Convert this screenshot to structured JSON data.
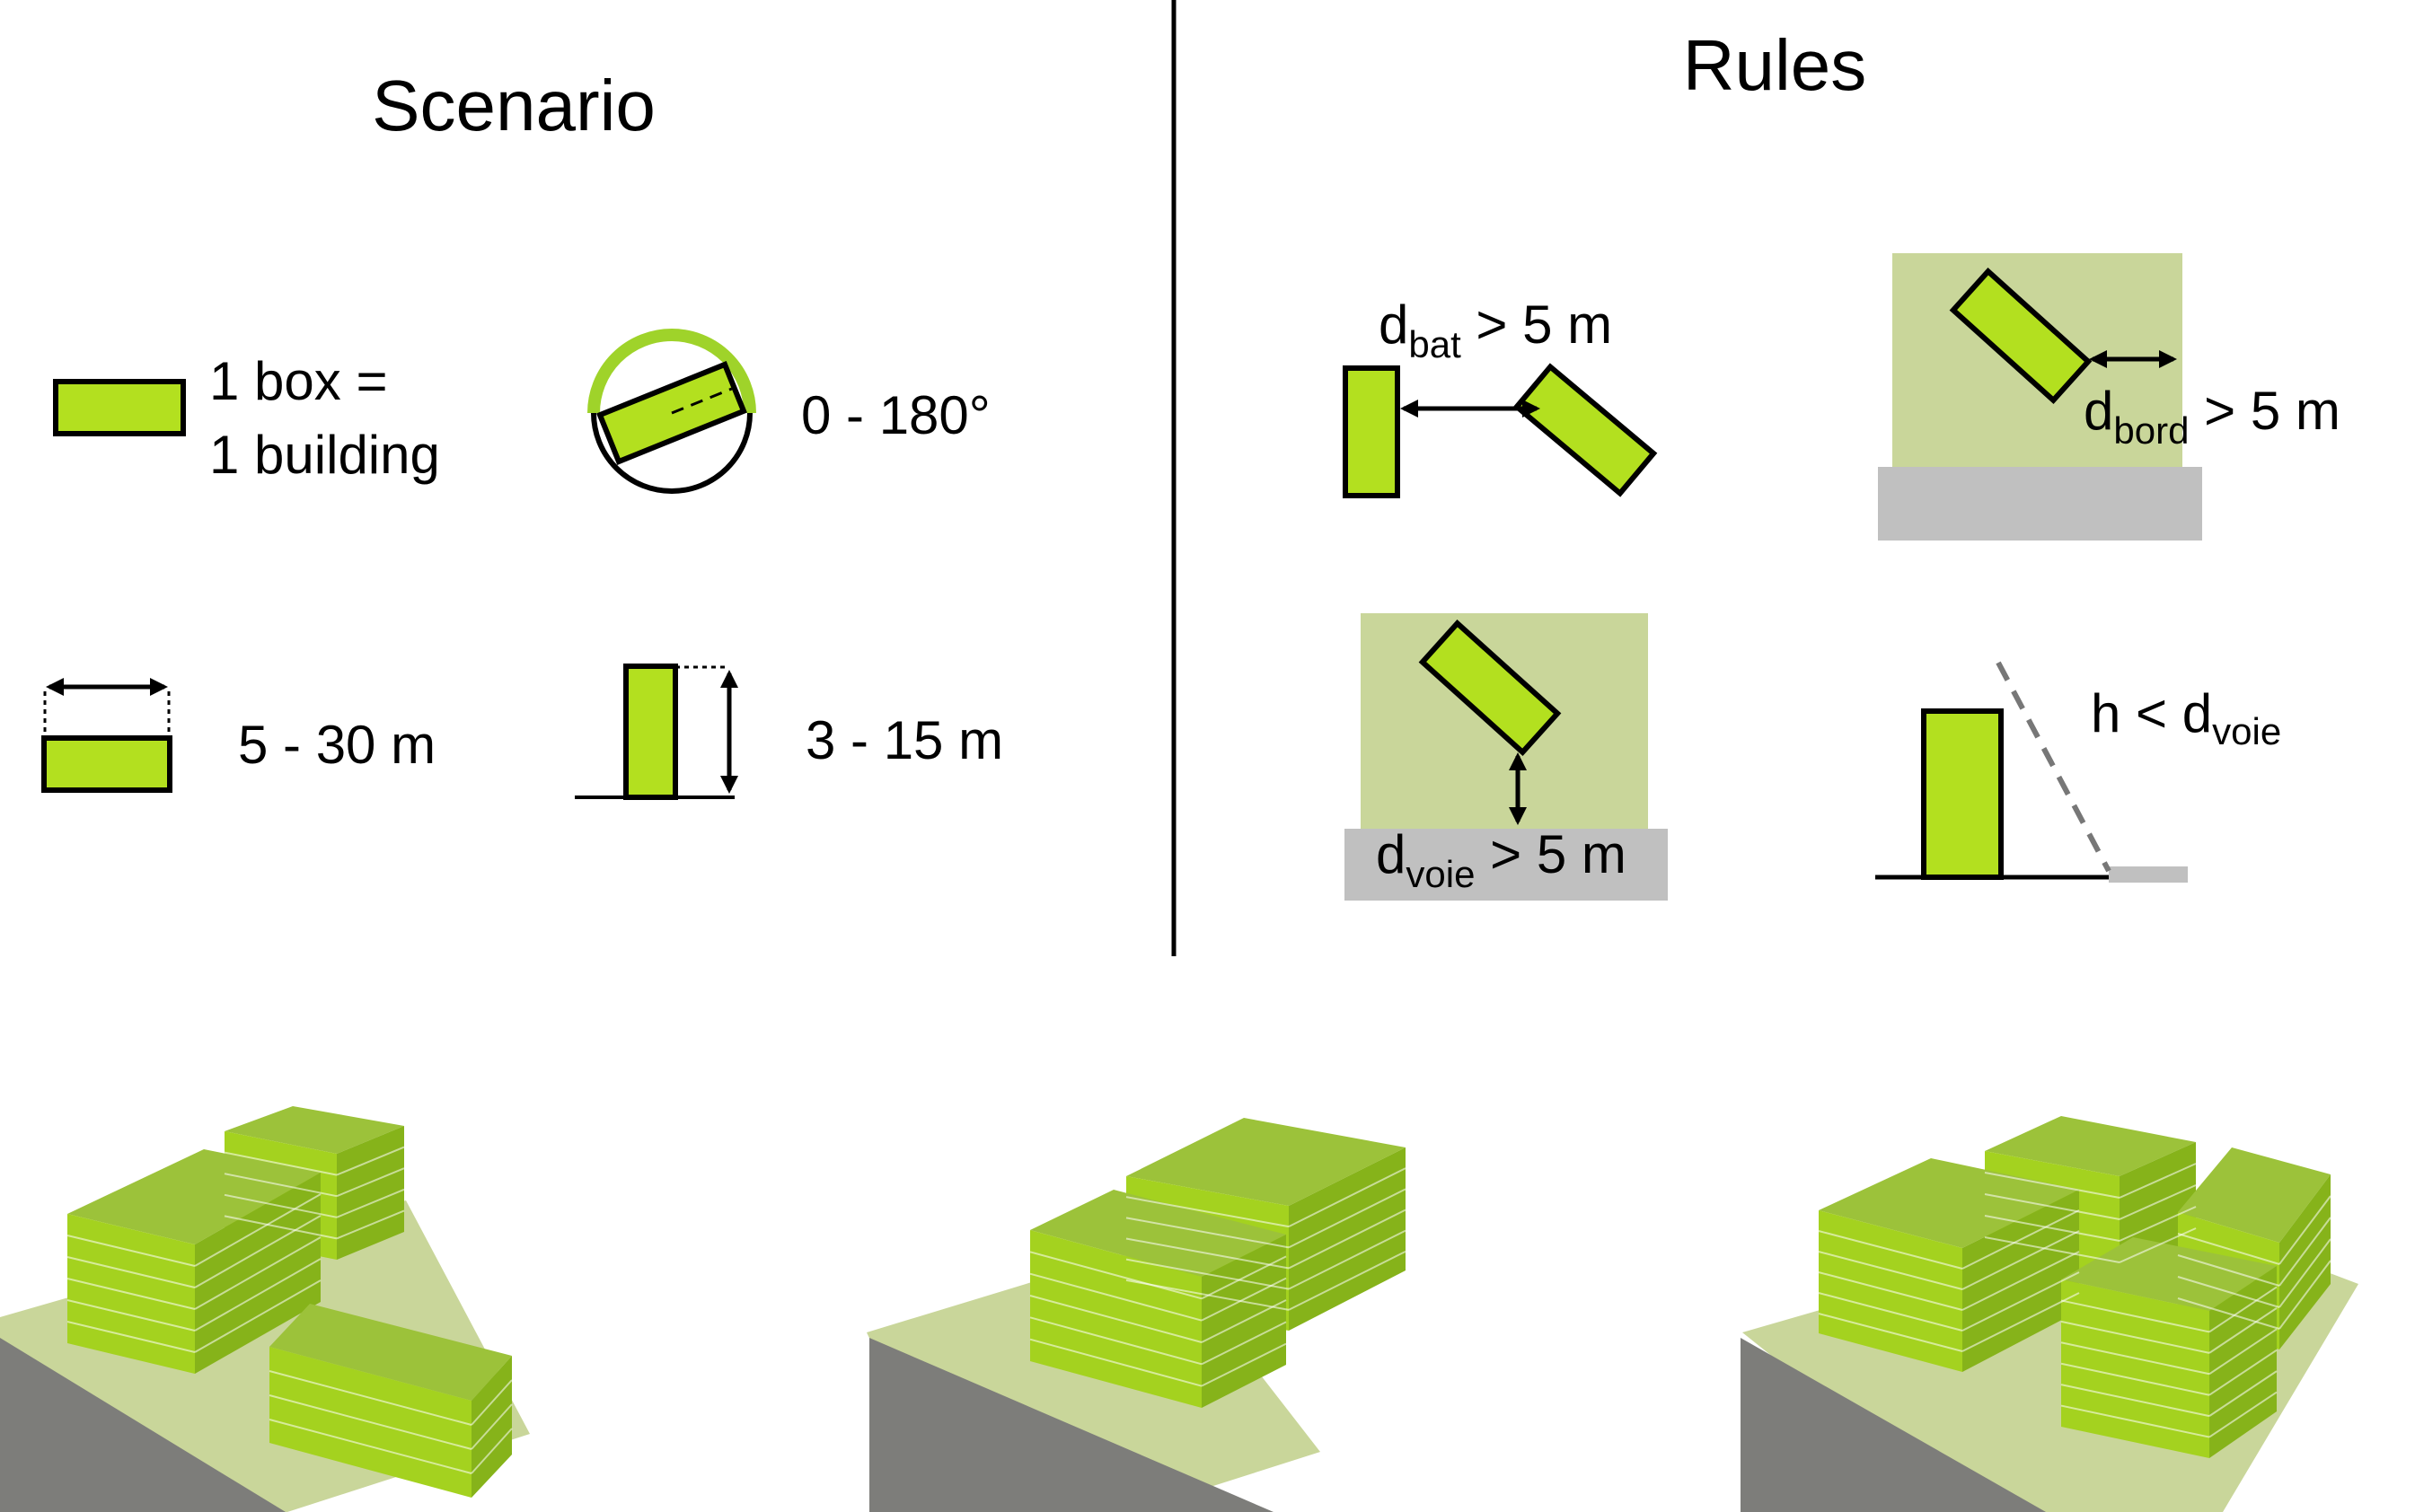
{
  "scenario": {
    "title": "Scenario",
    "box_label_line1": "1 box =",
    "box_label_line2": "1 building",
    "orientation_label": "0 - 180°",
    "width_label": "5 - 30 m",
    "height_label": "3 - 15 m"
  },
  "rules": {
    "title": "Rules",
    "dbat": {
      "letter": "d",
      "sub": "bat",
      "rest": " > 5 m"
    },
    "dbord": {
      "letter": "d",
      "sub": "bord",
      "rest": " > 5 m"
    },
    "dvoie": {
      "letter": "d",
      "sub": "voie",
      "rest": " > 5 m"
    },
    "height": {
      "prefix": "h < d",
      "sub": "voie"
    }
  },
  "colors": {
    "building_green": "#b3e01f",
    "parcel_green": "#c9d69a",
    "road_gray": "#c0c0c0",
    "orientation_arc": "#9fd32a",
    "dark_road": "#7d7d7a"
  }
}
